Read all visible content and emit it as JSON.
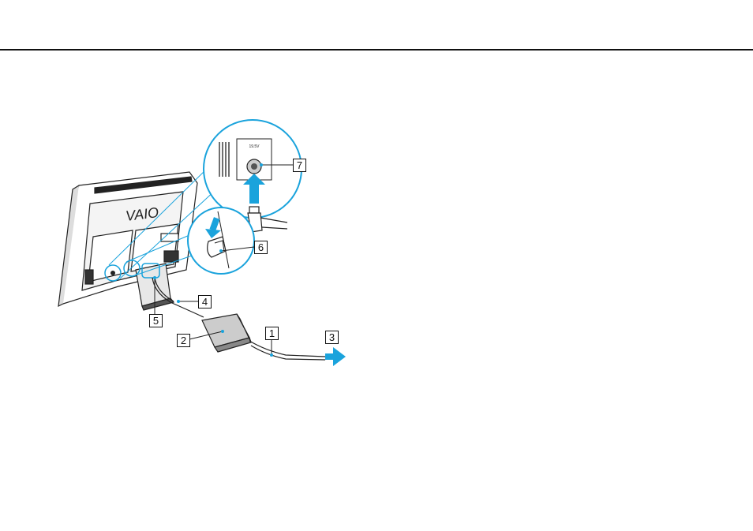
{
  "callouts": {
    "c1": "1",
    "c2": "2",
    "c3": "3",
    "c4": "4",
    "c5": "5",
    "c6": "6",
    "c7": "7"
  },
  "brand": {
    "logo_text": "VAIO",
    "jack_label": "19.5V"
  },
  "colors": {
    "arrow": "#1aa3dc",
    "line": "#222222",
    "rule": "#111111"
  }
}
